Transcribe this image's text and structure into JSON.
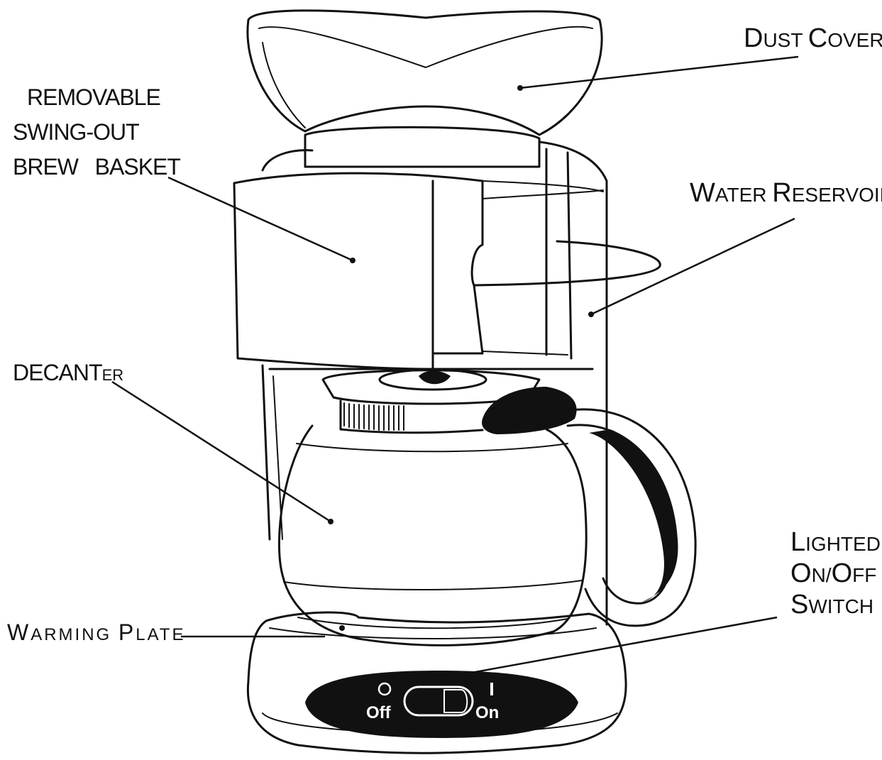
{
  "labels": {
    "dust_cover": {
      "first_upper": "D",
      "rest_caps": "UST",
      "first_upper_2": "C",
      "rest_caps_2": "OVER"
    },
    "water_reservoir": {
      "first_upper": "W",
      "rest_caps": "ATER",
      "first_upper_2": "R",
      "rest_caps_2": "ESERVOIR"
    },
    "brew_basket": {
      "line1": "REMOVABLE",
      "line2": "SWING-OUT",
      "line3": "BREW   BASKET"
    },
    "decanter": {
      "main": "DECANT",
      "small": "ER"
    },
    "warming_plate": {
      "first_upper": "W",
      "rest_caps": "ARMING",
      "first_upper_2": "P",
      "rest_caps_2": "LATE"
    },
    "switch": {
      "line1": {
        "first_upper": "L",
        "rest_caps": "IGHTED"
      },
      "line2": {
        "first_upper": "O",
        "mid_caps": "N/",
        "first_upper_2": "O",
        "rest_caps": "FF"
      },
      "line3": {
        "first_upper": "S",
        "rest_caps": "WITCH"
      }
    }
  },
  "switch_panel": {
    "off_symbol": "O",
    "off_label": "Off",
    "on_symbol": "I",
    "on_label": "On"
  },
  "colors": {
    "ink": "#111111",
    "paper": "#ffffff"
  }
}
